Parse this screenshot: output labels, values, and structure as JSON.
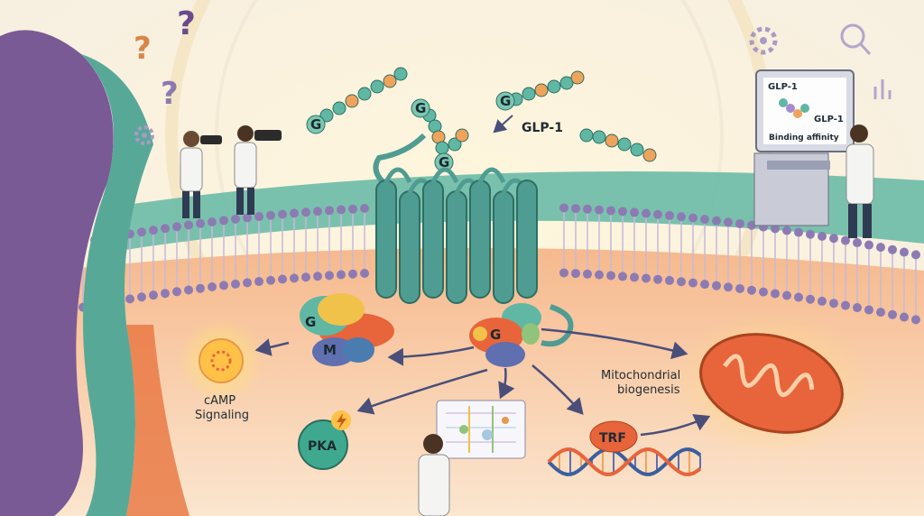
{
  "labels": {
    "glp1_main": "GLP-1",
    "g_letter": "G",
    "m_letter": "M",
    "camp_line1": "cAMP",
    "camp_line2": "Signaling",
    "pka": "PKA",
    "mito_line1": "Mitochondrial",
    "mito_line2": "biogenesis",
    "trf": "TRF"
  },
  "monitor": {
    "label_top": "GLP-1",
    "label_right": "GLP-1",
    "caption": "Binding affinity"
  },
  "colors": {
    "membrane_teal": "#5fae9c",
    "lipid_head": "#8c7bb3",
    "cytoplasm_orange": "#f08a55",
    "mitochondria": "#e8643a",
    "receptor": "#4f9c92",
    "purple_left": "#7a5a94",
    "bead_teal": "#5fb7a4",
    "bead_orange": "#f0a35a"
  },
  "icons": [
    "question-mark-icon",
    "gear-icon",
    "binoculars-icon",
    "lightning-icon",
    "dna-helix-icon",
    "chart-icon"
  ]
}
